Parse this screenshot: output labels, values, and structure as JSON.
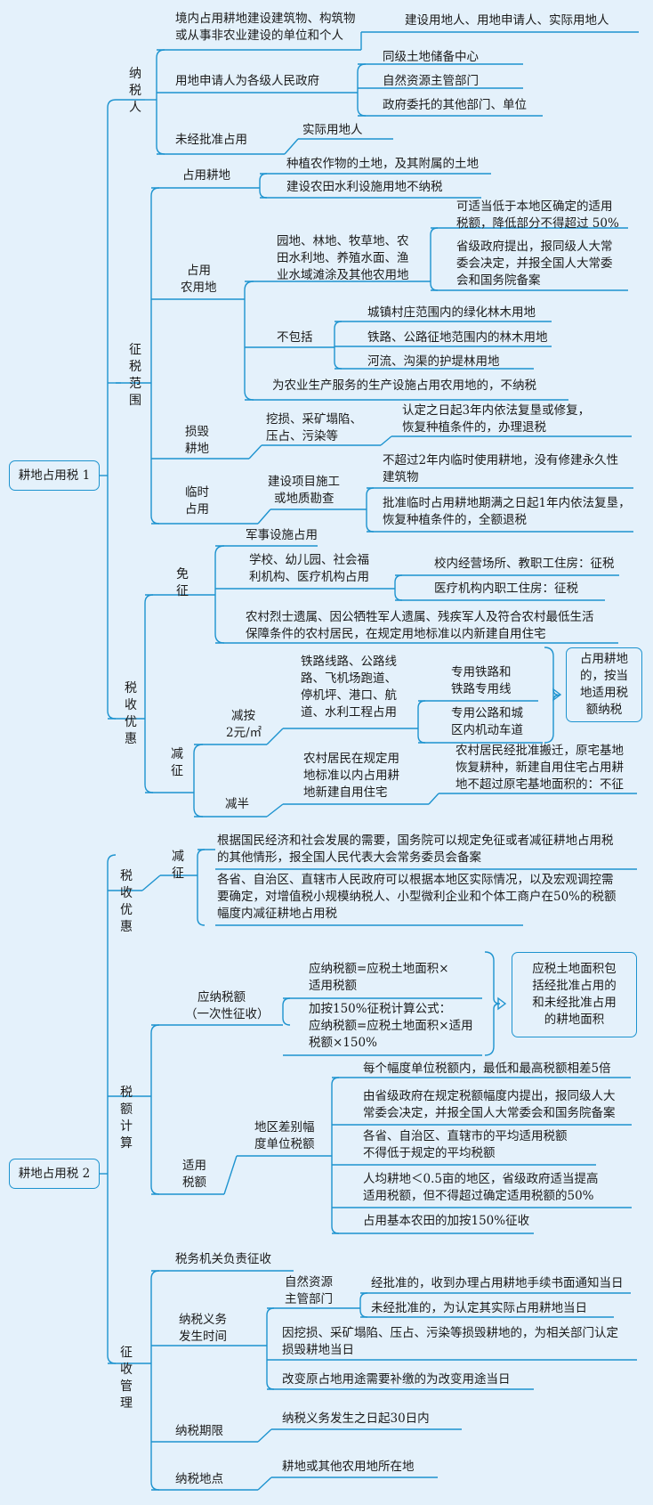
{
  "colors": {
    "background": "#e4f1fb",
    "line": "#1d93cf"
  },
  "roots": {
    "top": "耕地占用税 1",
    "bottom": "耕地占用税 2"
  },
  "taxpayer": {
    "label": "纳税人",
    "item1": [
      "境内占用耕地建设建筑物、构筑物",
      "或从事非农业建设的单位和个人"
    ],
    "item1_child": "建设用地人、用地申请人、实际用地人",
    "item2": "用地申请人为各级人民政府",
    "item2_children": [
      "同级土地储备中心",
      "自然资源主管部门",
      "政府委托的其他部门、单位"
    ],
    "item3": "未经批准占用",
    "item3_child": "实际用地人"
  },
  "scope": {
    "label": "征税范围",
    "occupy": "占用耕地",
    "occupy_children": [
      "种植农作物的土地，及其附属的土地",
      "建设农田水利设施用地不纳税"
    ],
    "agri": [
      "占用",
      "农用地"
    ],
    "agri_types": [
      "园地、林地、牧草地、农",
      "田水利地、养殖水面、渔",
      "业水域滩涂及其他农用地"
    ],
    "rate_a": [
      "可适当低于本地区确定的适用",
      "税额，降低部分不得超过 50%"
    ],
    "rate_b": [
      "省级政府提出，报同级人大常",
      "委会决定，并报全国人大常委",
      "会和国务院备案"
    ],
    "excl": "不包括",
    "excl_items": [
      "城镇村庄范围内的绿化林木用地",
      "铁路、公路征地范围内的林木用地",
      "河流、沟渠的护堤林用地"
    ],
    "agri_service": "为农业生产服务的生产设施占用农用地的，不纳税",
    "damage": [
      "损毁",
      "耕地"
    ],
    "damage_desc": [
      "挖损、采矿塌陷、",
      "压占、污染等"
    ],
    "damage_refund": [
      "认定之日起3年内依法复垦或修复，",
      "恢复种植条件的，办理退税"
    ],
    "temp": [
      "临时",
      "占用"
    ],
    "temp_desc": [
      "建设项目施工",
      "或地质勘查"
    ],
    "temp_a": [
      "不超过2年内临时使用耕地，没有修建永久性",
      "建筑物"
    ],
    "temp_b": [
      "批准临时占用耕地期满之日起1年内依法复垦，",
      "恢复种植条件的，全额退税"
    ]
  },
  "pref1": {
    "label": "税收优惠",
    "exempt": "免征",
    "ex1": "军事设施占用",
    "ex2": [
      "学校、幼儿园、社会福",
      "利机构、医疗机构占用"
    ],
    "ex2_children": [
      "校内经营场所、教职工住房：征税",
      "医疗机构内职工住房：征税"
    ],
    "ex3": [
      "农村烈士遗属、因公牺牲军人遗属、残疾军人及符合农村最低生活",
      "保障条件的农村居民，在规定用地标准以内新建自用住宅"
    ],
    "reduce": "减征",
    "r2": [
      "减按",
      "2元/㎡"
    ],
    "r2_desc": [
      "铁路线路、公路线",
      "路、飞机场跑道、",
      "停机坪、港口、航",
      "道、水利工程占用"
    ],
    "r2_children": [
      [
        "专用铁路和",
        "铁路专用线"
      ],
      [
        "专用公路和城",
        "区内机动车道"
      ]
    ],
    "r2_note": [
      "占用耕地",
      "的，按当",
      "地适用税",
      "额纳税"
    ],
    "half": "减半",
    "half_desc": [
      "农村居民在规定用",
      "地标准以内占用耕",
      "地新建自用住宅"
    ],
    "half_note": [
      "农村居民经批准搬迁，原宅基地",
      "恢复耕种，新建自用住宅占用耕",
      "地不超过原宅基地面积的：不征"
    ]
  },
  "pref2": {
    "label": "税收优惠",
    "reduce": "减征",
    "items": [
      [
        "根据国民经济和社会发展的需要，国务院可以规定免征或者减征耕地占用税",
        "的其他情形，报全国人民代表大会常务委员会备案"
      ],
      [
        "各省、自治区、直辖市人民政府可以根据本地区实际情况，以及宏观调控需",
        "要确定，对增值税小规模纳税人、小型微利企业和个体工商户在50%的税额",
        "幅度内减征耕地占用税"
      ]
    ]
  },
  "calc": {
    "label": "税额计算",
    "payable": [
      "应纳税额",
      "（一次性征收）"
    ],
    "formula1": [
      "应纳税额=应税土地面积×",
      "适用税额"
    ],
    "formula2": [
      "加按150%征税计算公式：",
      "应纳税额=应税土地面积×适用",
      "税额×150%"
    ],
    "note": [
      "应税土地面积包",
      "括经批准占用的",
      "和未经批准占用",
      "的耕地面积"
    ],
    "rate": [
      "适用",
      "税额"
    ],
    "regional": [
      "地区差别幅",
      "度单位税额"
    ],
    "rules": [
      [
        "每个幅度单位税额内，最低和最高税额相差5倍"
      ],
      [
        "由省级政府在规定税额幅度内提出，报同级人大",
        "常委会决定，并报全国人大常委会和国务院备案"
      ],
      [
        "各省、自治区、直辖市的平均适用税额",
        "不得低于规定的平均税额"
      ],
      [
        "人均耕地＜0.5亩的地区，省级政府适当提高",
        "适用税额，但不得超过确定适用税额的50%"
      ],
      [
        "占用基本农田的加按150%征收"
      ]
    ]
  },
  "collect": {
    "label": "征收管理",
    "auth": "税务机关负责征收",
    "timing": [
      "纳税义务",
      "发生时间"
    ],
    "dept": [
      "自然资源",
      "主管部门"
    ],
    "approved": "经批准的，收到办理占用耕地手续书面通知当日",
    "unapproved": "未经批准的，为认定其实际占用耕地当日",
    "damage": [
      "因挖损、采矿塌陷、压占、污染等损毁耕地的，为相关部门认定",
      "损毁耕地当日"
    ],
    "change": "改变原占地用途需要补缴的为改变用途当日",
    "period": "纳税期限",
    "period_val": "纳税义务发生之日起30日内",
    "place": "纳税地点",
    "place_val": "耕地或其他农用地所在地"
  }
}
